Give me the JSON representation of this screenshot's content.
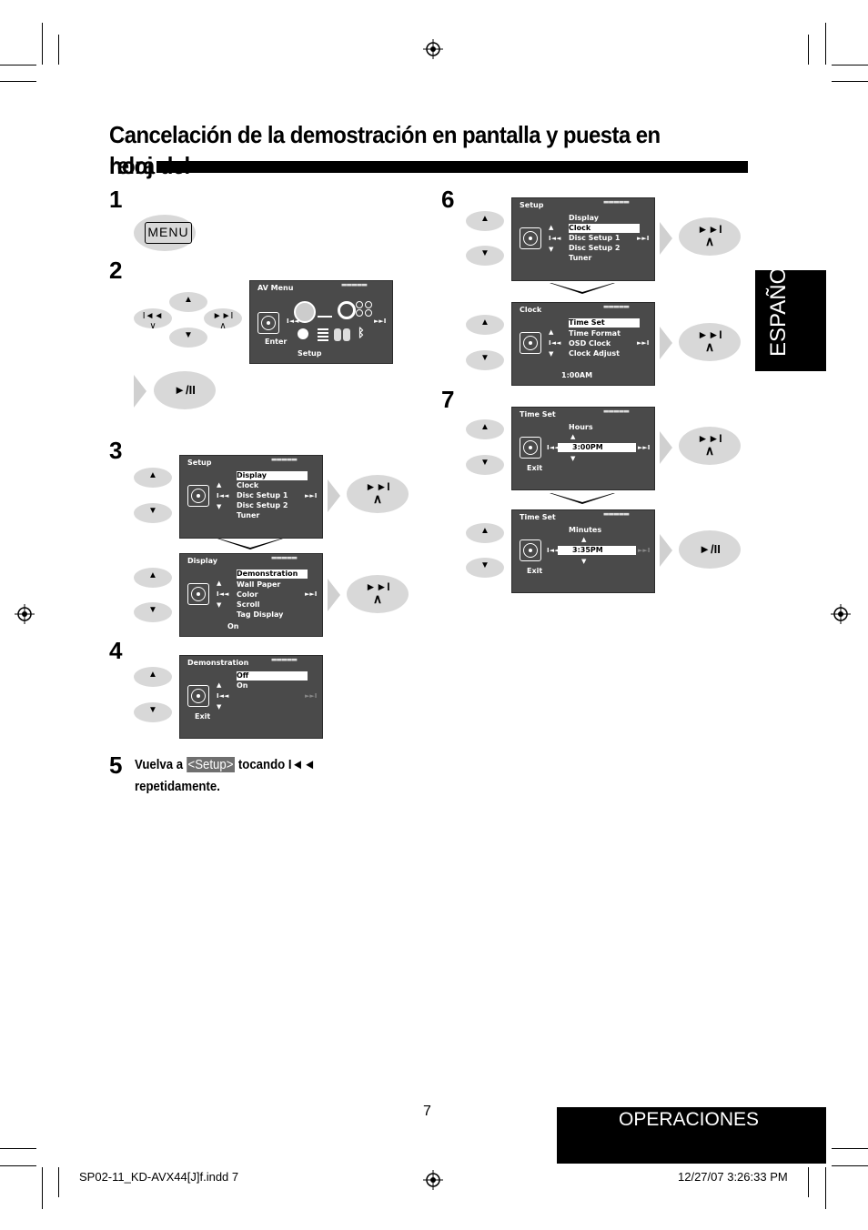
{
  "title": {
    "line1": "Cancelación de la demostración en pantalla y puesta en hora del",
    "line2": "reloj"
  },
  "side_tab": "ESPAÑOL",
  "steps": {
    "s1": "1",
    "s2": "2",
    "s3": "3",
    "s4": "4",
    "s5": "5",
    "s6": "6",
    "s7": "7"
  },
  "buttons": {
    "menu": "MENU",
    "play_pause": "►/II",
    "next": "►►I",
    "prev": "I◄◄"
  },
  "av_menu": {
    "title": "AV Menu",
    "enter": "Enter",
    "setup": "Setup"
  },
  "setup_menu": {
    "title": "Setup",
    "items": [
      "Display",
      "Clock",
      "Disc Setup 1",
      "Disc Setup 2",
      "Tuner"
    ]
  },
  "display_menu": {
    "title": "Display",
    "items": [
      "Demonstration",
      "Wall Paper",
      "Color",
      "Scroll",
      "Tag Display"
    ],
    "value": "On"
  },
  "demo_menu": {
    "title": "Demonstration",
    "items": [
      "Off",
      "On"
    ],
    "exit": "Exit"
  },
  "clock_menu": {
    "title": "Clock",
    "items": [
      "Time Set",
      "Time Format",
      "OSD Clock",
      "Clock Adjust"
    ],
    "value": "1:00AM"
  },
  "timeset_hours": {
    "title": "Time Set",
    "label": "Hours",
    "value": "3:00PM",
    "exit": "Exit"
  },
  "timeset_minutes": {
    "title": "Time Set",
    "label": "Minutes",
    "value": "3:35PM",
    "exit": "Exit"
  },
  "step5": {
    "pre": "Vuelva a",
    "tag": "<Setup>",
    "post": "tocando",
    "icon": "I◄◄",
    "line2": "repetidamente."
  },
  "page_number": "7",
  "section_tab": "OPERACIONES",
  "footer": {
    "file": "SP02-11_KD-AVX44[J]f.indd   7",
    "date": "12/27/07   3:26:33 PM"
  }
}
